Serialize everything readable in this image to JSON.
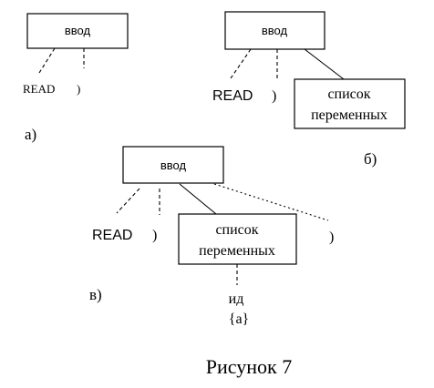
{
  "diagrams": {
    "a": {
      "label": "а)",
      "root": "ввод",
      "leaves": [
        "READ",
        ")"
      ]
    },
    "b": {
      "label": "б)",
      "root": "ввод",
      "leaves": [
        "READ",
        ")"
      ],
      "child_box": [
        "список",
        "переменных"
      ]
    },
    "c": {
      "label": "в)",
      "root": "ввод",
      "leaves": [
        "READ",
        ")"
      ],
      "extra_leaf": ")",
      "child_box": [
        "список",
        "переменных"
      ],
      "sub_leaf": "ид",
      "sub_leaf_value": "{a}"
    }
  },
  "caption": "Рисунок 7"
}
